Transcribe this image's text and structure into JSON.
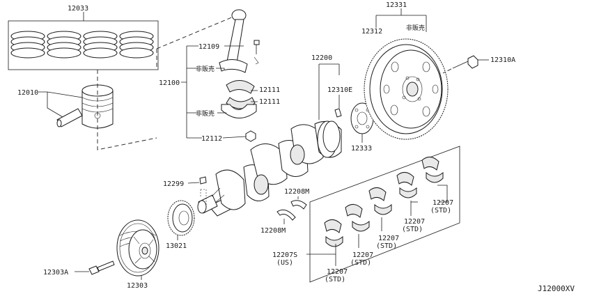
{
  "diagram_code": "J12000XV",
  "labels": {
    "l12033": "12033",
    "l12010": "12010",
    "l12109": "12109",
    "l12100": "12100",
    "lHihanbai1": "非販売",
    "l12111a": "12111",
    "l12111b": "12111",
    "lHihanbai2": "非販売",
    "l12112": "12112",
    "l12200": "12200",
    "l12310E": "12310E",
    "l12333": "12333",
    "l12331": "12331",
    "l12312": "12312",
    "lHihanbai3": "非販売",
    "l12310A": "12310A",
    "l12299": "12299",
    "l12208Ma": "12208M",
    "l12208Mb": "12208M",
    "l13021": "13021",
    "l12303A": "12303A",
    "l12303": "12303",
    "l12207S": "12207S",
    "lUS": "(US)",
    "l12207a": "12207",
    "lSTDa": "(STD)",
    "l12207b": "12207",
    "lSTDb": "(STD)",
    "l12207c": "12207",
    "lSTDc": "(STD)",
    "l12207d": "12207",
    "lSTDd": "(STD)",
    "l12207e": "12207",
    "lSTDe": "(STD)"
  }
}
